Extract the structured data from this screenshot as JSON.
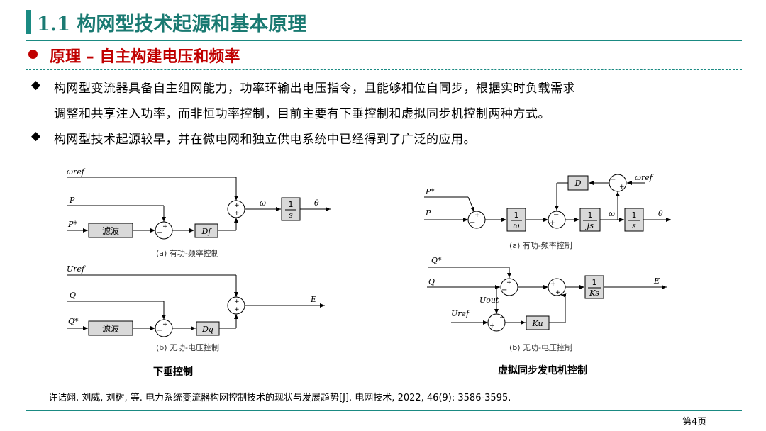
{
  "header": {
    "title": "1.1 构网型技术起源和基本原理",
    "subtitle": "原理 – 自主构建电压和频率"
  },
  "bullets": [
    {
      "marker": "◆",
      "line1": "构网型变流器具备自主组网能力，功率环输出电压指令，且能够相位自同步，根据实时负载需求",
      "line2": "调整和共享注入功率，而非恒功率控制，目前主要有下垂控制和虚拟同步机控制两种方式。"
    },
    {
      "marker": "◆",
      "line1": "构网型技术起源较早，并在微电网和独立供电系统中已经得到了广泛的应用。",
      "line2": ""
    }
  ],
  "droop": {
    "heading": "下垂控制",
    "cap_a": "(a)  有功-频率控制",
    "cap_b": "(b)  无功-电压控制",
    "a_omega_ref": "ωref",
    "a_P": "P",
    "a_Pstar": "P*",
    "a_filter": "滤波",
    "a_Df": "Df",
    "a_omega": "ω",
    "a_one": "1",
    "a_s": "s",
    "a_theta": "θ",
    "b_Uref": "Uref",
    "b_Q": "Q",
    "b_Qstar": "Q*",
    "b_filter": "滤波",
    "b_Dq": "Dq",
    "b_E": "E"
  },
  "vsg": {
    "heading": "虚拟同步发电机控制",
    "cap_a": "(a)  有功-频率控制",
    "cap_b": "(b)  无功-电压控制",
    "a_D": "D",
    "a_omega_ref": "ωref",
    "a_Pstar": "P*",
    "a_P": "P",
    "a_one1": "1",
    "a_omega_den": "ω",
    "a_one2": "1",
    "a_Js": "Js",
    "a_omega": "ω",
    "a_one3": "1",
    "a_s": "s",
    "a_theta": "θ",
    "b_Qstar": "Q*",
    "b_Q": "Q",
    "b_one": "1",
    "b_Ks": "Ks",
    "b_E": "E",
    "b_Uout": "Uout",
    "b_Uref": "Uref",
    "b_Ku": "Ku"
  },
  "reference": "许诘翊, 刘威, 刘树, 等. 电力系统变流器构网控制技术的现状与发展趋势[J]. 电网技术, 2022, 46(9): 3586-3595.",
  "page": "第4页",
  "colors": {
    "accent": "#1a8a82",
    "subtitle": "#c00000"
  }
}
